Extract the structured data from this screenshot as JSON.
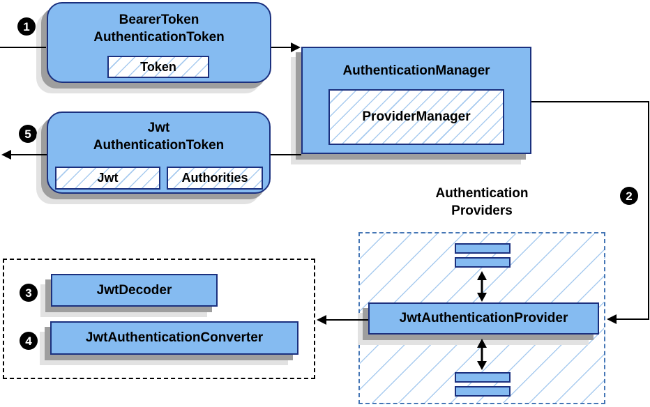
{
  "colors": {
    "node_fill": "#85BBF1",
    "node_border": "#1B307E",
    "hatch_line": "#A8CBEF",
    "container_border": "#4576B5",
    "shadow_dark": "#9E9E9E",
    "shadow_light": "#E2E2E2",
    "line": "#000000"
  },
  "steps": [
    "1",
    "2",
    "3",
    "4",
    "5"
  ],
  "nodes": {
    "bearer_token": {
      "title_line1": "BearerToken",
      "title_line2": "AuthenticationToken",
      "field": "Token"
    },
    "auth_manager": {
      "title": "AuthenticationManager",
      "inner": "ProviderManager"
    },
    "jwt_token": {
      "title_line1": "Jwt",
      "title_line2": "AuthenticationToken",
      "field1": "Jwt",
      "field2": "Authorities"
    },
    "jwt_provider": {
      "title": "JwtAuthenticationProvider"
    },
    "jwt_decoder": {
      "title": "JwtDecoder"
    },
    "jwt_converter": {
      "title": "JwtAuthenticationConverter"
    },
    "providers_group": {
      "label_line1": "Authentication",
      "label_line2": "Providers"
    }
  }
}
